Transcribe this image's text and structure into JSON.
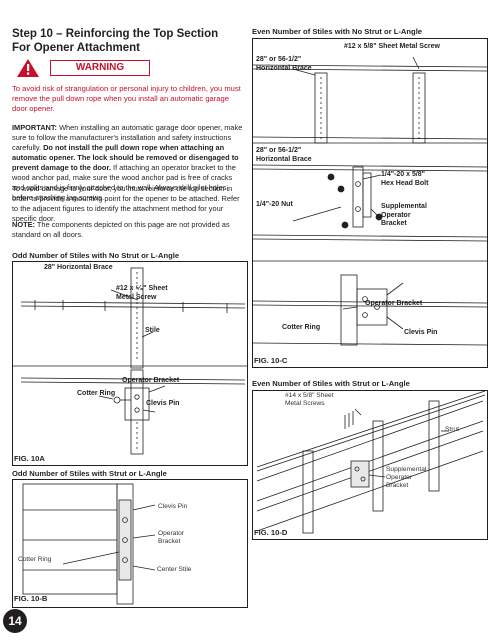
{
  "step_title": [
    "Step 10 – Reinforcing the Top Section",
    "For Opener Attachment"
  ],
  "warning": {
    "label": "WARNING",
    "icon": "warning-triangle-icon",
    "text": "To avoid risk of strangulation or personal injury to children, you must remove the pull  down rope when you install an automatic garage door opener."
  },
  "important": {
    "lead": "IMPORTANT:",
    "t1": " When installing an automatic garage door opener, make sure to follow the manufacturer's installation and safety instructions carefully. ",
    "bold": "Do not install the pull down rope when attaching an automatic opener. The lock should be removed or disengaged to prevent damage to the door.",
    "t2": " If attaching an operator bracket to the wood anchor pad, make sure the wood anchor pad is free of cracks and splits and is firmly attached to the wall. Always drill pilot holes before attaching lag screws."
  },
  "reinforce_text": "To avoid damage to your door, you must reinforce the top section in order to provide a mounting point for the opener to be attached. Refer to the adjacent figures to identify the attachment method for your specific door.",
  "note": {
    "lead": "NOTE:",
    "text": " The components depicted on this page are not provided as standard on all doors."
  },
  "fig_a": {
    "heading": "Odd Number of Stiles with No Strut or L-Angle",
    "label": "FIG. 10A",
    "brace": "28\" Horizontal Brace",
    "screw": [
      "#12 x ⁵⁄₈\" Sheet",
      "Metal Screw"
    ],
    "stile": "Stile",
    "operator_bracket": "Operator Bracket",
    "cotter_ring": "Cotter Ring",
    "clevis_pin": "Clevis Pin"
  },
  "fig_b": {
    "heading": "Odd Number of Stiles with Strut or L-Angle",
    "label": "FIG. 10-B",
    "clevis_pin": "Clevis Pin",
    "operator_bracket": [
      "Operator",
      "Bracket"
    ],
    "cotter_ring": "Cotter Ring",
    "center_stile": "Center Stile"
  },
  "fig_c": {
    "heading": "Even Number of Stiles with No Strut or L-Angle",
    "label": "FIG. 10-C",
    "screw": "#12 x 5/8\" Sheet Metal Screw",
    "brace_top": [
      "28\" or 56-1/2\"",
      "Horizontal Brace"
    ],
    "brace_mid": [
      "28\" or 56-1/2\"",
      "Horizontal Brace"
    ],
    "hex_bolt": [
      "1/4\"-20 x 5/8\"",
      "Hex Head Bolt"
    ],
    "nut": "1/4\"-20 Nut",
    "supp_bracket": [
      "Supplemental",
      "Operator",
      "Bracket"
    ],
    "operator_bracket": "Operator Bracket",
    "cotter_ring": "Cotter Ring",
    "clevis_pin": "Clevis Pin"
  },
  "fig_d": {
    "heading": "Even Number of Stiles with Strut or L-Angle",
    "label": "FIG. 10-D",
    "screws": [
      "#14 x 5/8\" Sheet",
      "Metal Screws"
    ],
    "strut": "Strut",
    "supp_bracket": [
      "Supplemental",
      "Operator",
      "Bracket"
    ]
  },
  "page_number": "14"
}
